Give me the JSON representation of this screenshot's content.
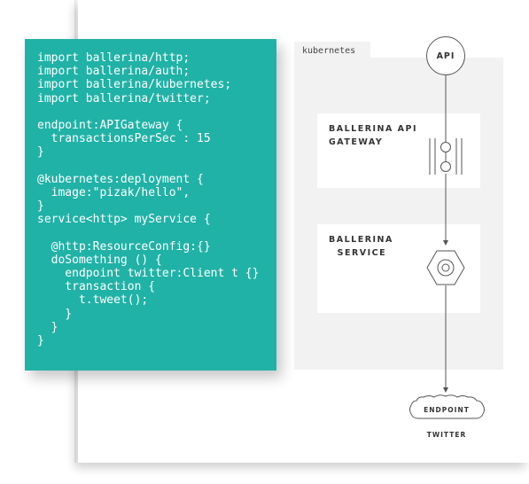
{
  "code_lines": [
    "import ballerina/http;",
    "import ballerina/auth;",
    "import ballerina/kubernetes;",
    "import ballerina/twitter;",
    "",
    "endpoint:APIGateway {",
    "  transactionsPerSec : 15",
    "}",
    "",
    "@kubernetes:deployment {",
    "  image:\"pizak/hello\",",
    "}",
    "service<http> myService {",
    "",
    "  @http:ResourceConfig:{}",
    "  doSomething () {",
    "    endpoint twitter:Client t {}",
    "    transaction {",
    "      t.tweet();",
    "    }",
    "  }",
    "}"
  ],
  "kubernetes_label": "kubernetes",
  "api_label": "API",
  "gateway_label": "BALLERINA API\nGATEWAY",
  "service_label": "BALLERINA\n  SERVICE",
  "endpoint_label": "ENDPOINT",
  "twitter_label": "TWITTER",
  "colors": {
    "code_panel": "#20b2a6",
    "kubernetes_area": "#f2f2f2",
    "line": "#555555"
  },
  "icons": [
    "gateway-icon",
    "service-hexagon-icon",
    "endpoint-cloud-icon",
    "arrow-icon"
  ]
}
